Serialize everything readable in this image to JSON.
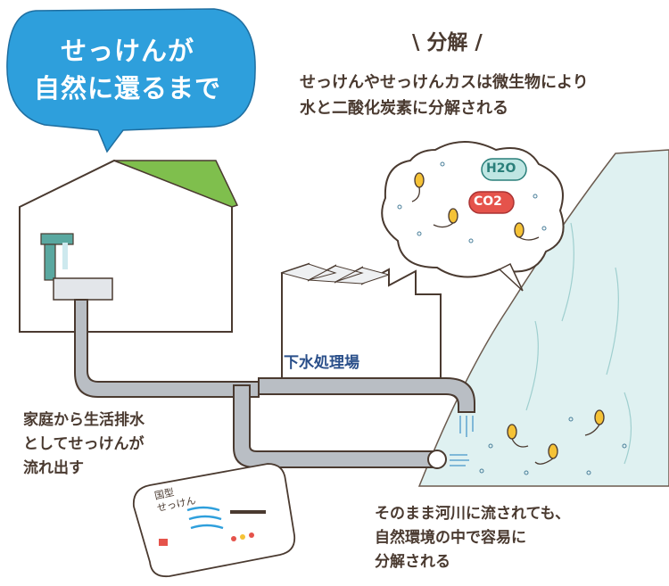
{
  "bubble": {
    "title_line1": "せっけんが",
    "title_line2": "自然に還るまで"
  },
  "decomposition": {
    "heading": "分解",
    "line1": "せっけんやせっけんカスは微生物により",
    "line2": "水と二酸化炭素に分解される"
  },
  "molecules": {
    "h2o": "H2O",
    "co2": "CO2"
  },
  "plant": {
    "label": "下水処理場"
  },
  "household": {
    "line1": "家庭から生活排水",
    "line2": "としてせっけんが",
    "line3": "流れ出す"
  },
  "river": {
    "line1": "そのまま河川に流されても、",
    "line2": "自然環境の中で容易に",
    "line3": "分解される"
  },
  "soap": {
    "name_line1": "国型",
    "name_line2": "せっけん"
  },
  "colors": {
    "bubble_blue": "#2e9fdc",
    "river_teal": "#dff1f1",
    "pipe_gray": "#b9bec4",
    "roof_green": "#7fbf4d",
    "co2_red": "#e5534b",
    "h2o_teal": "#bfe6e3",
    "microbe_yellow": "#f5c236",
    "text_brown": "#4a3a30"
  }
}
